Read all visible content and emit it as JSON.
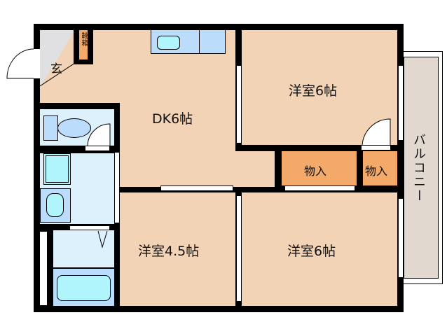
{
  "floorplan": {
    "rooms": {
      "entrance": {
        "label": "玄"
      },
      "shoe_box": {
        "label": "靴箱"
      },
      "dk": {
        "label": "DK6帖"
      },
      "western_room_ne": {
        "label": "洋室6帖"
      },
      "western_room_se": {
        "label": "洋室6帖"
      },
      "western_room_sw": {
        "label": "洋室4.5帖"
      },
      "closet_large": {
        "label": "物入"
      },
      "closet_small": {
        "label": "物入"
      },
      "balcony": {
        "label": "バルコニー"
      }
    },
    "colors": {
      "room": "#f2d3b6",
      "closet": "#f2a96a",
      "wet_area": "#ddf1fd",
      "entrance": "#e0e0e2",
      "balcony": "#e1d8d0",
      "fixture_blue": "#bcdcfb",
      "fixture_cyan": "#b0f4fc",
      "wall": "#000000"
    }
  }
}
